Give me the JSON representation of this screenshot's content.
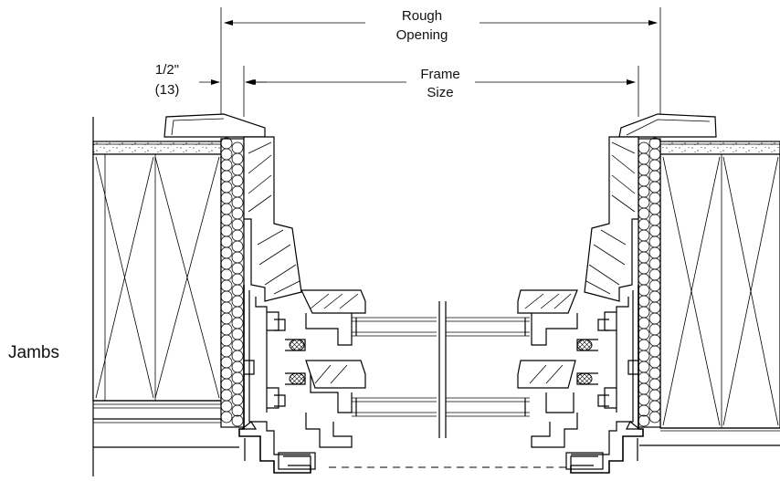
{
  "labels": {
    "rough_opening_line1": "Rough",
    "rough_opening_line2": "Opening",
    "frame_size_line1": "Frame",
    "frame_size_line2": "Size",
    "shim_line1": "1/2\"",
    "shim_line2": "(13)",
    "section_name": "Jambs"
  },
  "colors": {
    "ink": "#000000",
    "background": "#ffffff"
  }
}
